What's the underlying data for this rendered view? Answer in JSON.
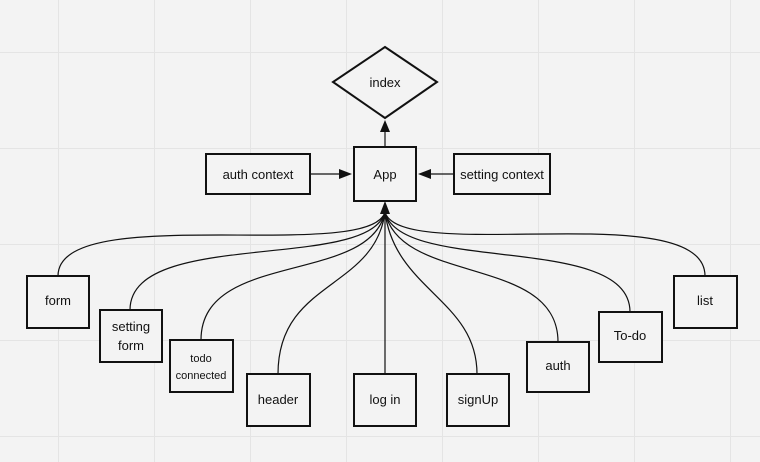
{
  "nodes": {
    "index": "index",
    "app": "App",
    "auth_context": "auth context",
    "setting_context": "setting context",
    "form": "form",
    "setting_form": [
      "setting",
      "form"
    ],
    "todo_connected": [
      "todo",
      "connected"
    ],
    "header": "header",
    "log_in": "log in",
    "sign_up": "signUp",
    "auth": "auth",
    "to_do": "To-do",
    "list": "list"
  }
}
